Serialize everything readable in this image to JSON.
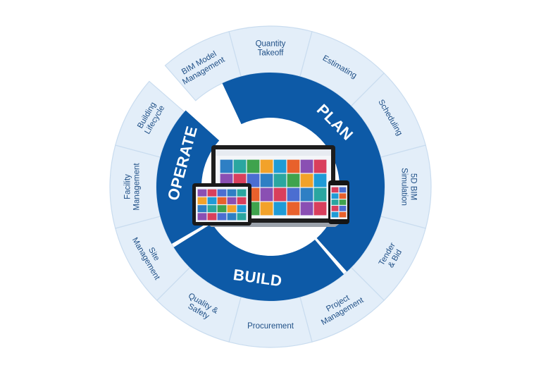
{
  "colors": {
    "outer_ring": "#e3eef9",
    "outer_border": "#c9dcef",
    "inner_ring": "#0d5aa7",
    "segment_text": "#1f4f86",
    "phase_text": "#ffffff"
  },
  "outer_segments": [
    {
      "lines": [
        "Quantity",
        "Takeoff"
      ]
    },
    {
      "lines": [
        "Estimating"
      ]
    },
    {
      "lines": [
        "Scheduling"
      ]
    },
    {
      "lines": [
        "5D BIM",
        "Simulation"
      ]
    },
    {
      "lines": [
        "Tender",
        "& Bid"
      ]
    },
    {
      "lines": [
        "Project",
        "Management"
      ]
    },
    {
      "lines": [
        "Procurement"
      ]
    },
    {
      "lines": [
        "Quality &",
        "Safety"
      ]
    },
    {
      "lines": [
        "Site",
        "Management"
      ]
    },
    {
      "lines": [
        "Facility",
        "Management"
      ]
    },
    {
      "lines": [
        "Building",
        "Lifecycle"
      ]
    },
    {
      "lines": [
        "BIM Model",
        "Management"
      ]
    }
  ],
  "phases": [
    {
      "label": "PLAN"
    },
    {
      "label": "BUILD"
    },
    {
      "label": "OPERATE"
    }
  ],
  "devices": [
    {
      "name": "laptop-screen"
    },
    {
      "name": "tablet-screen"
    },
    {
      "name": "phone-screen"
    }
  ]
}
